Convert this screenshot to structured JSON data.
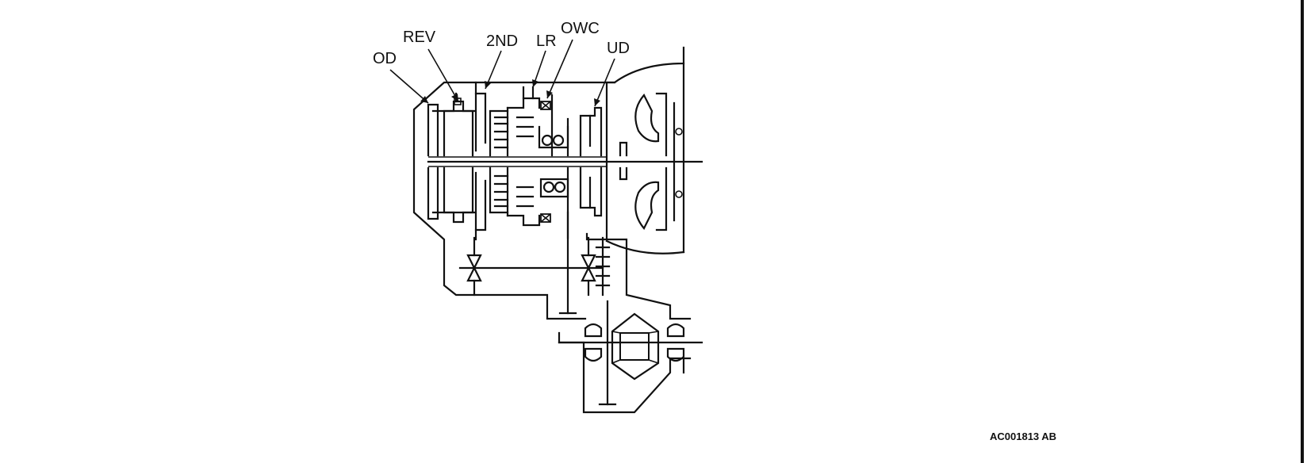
{
  "labels": {
    "od": "OD",
    "rev": "REV",
    "second": "2ND",
    "lr": "LR",
    "owc": "OWC",
    "ud": "UD"
  },
  "reference_code": "AC001813 AB"
}
